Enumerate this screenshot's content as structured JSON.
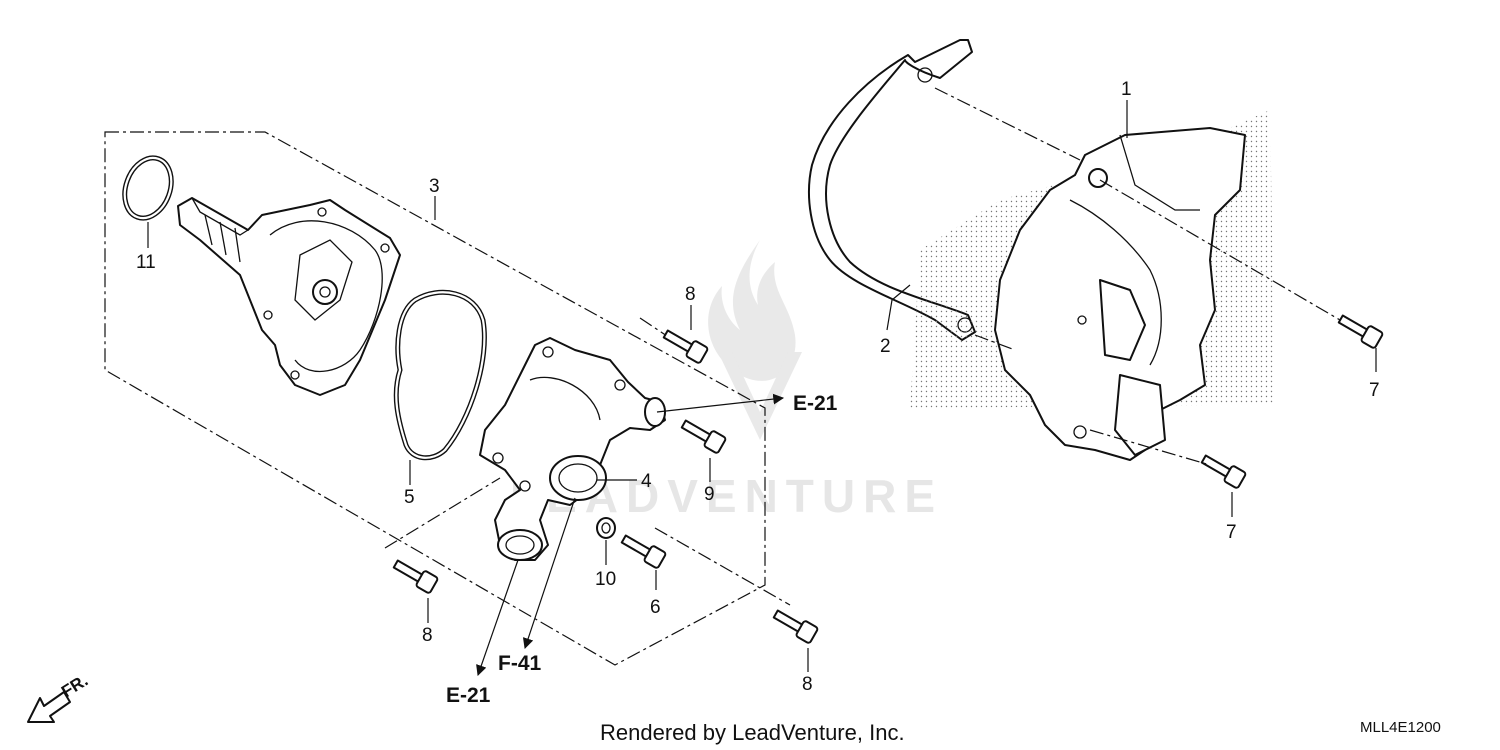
{
  "watermark": {
    "text": "LEADVENTURE"
  },
  "callouts": {
    "c1": "1",
    "c2": "2",
    "c3": "3",
    "c4": "4",
    "c5": "5",
    "c6": "6",
    "c7a": "7",
    "c7b": "7",
    "c8a": "8",
    "c8b": "8",
    "c8c": "8",
    "c9": "9",
    "c10": "10",
    "c11": "11"
  },
  "refs": {
    "e21_right": "E-21",
    "e21_bottom": "E-21",
    "f41": "F-41"
  },
  "direction": {
    "label": "FR."
  },
  "footer": {
    "credit": "Rendered by LeadVenture, Inc.",
    "code": "MLL4E1200"
  },
  "icons": {
    "flame_logo": "flame-watermark-icon",
    "front_arrow": "front-arrow-icon"
  }
}
